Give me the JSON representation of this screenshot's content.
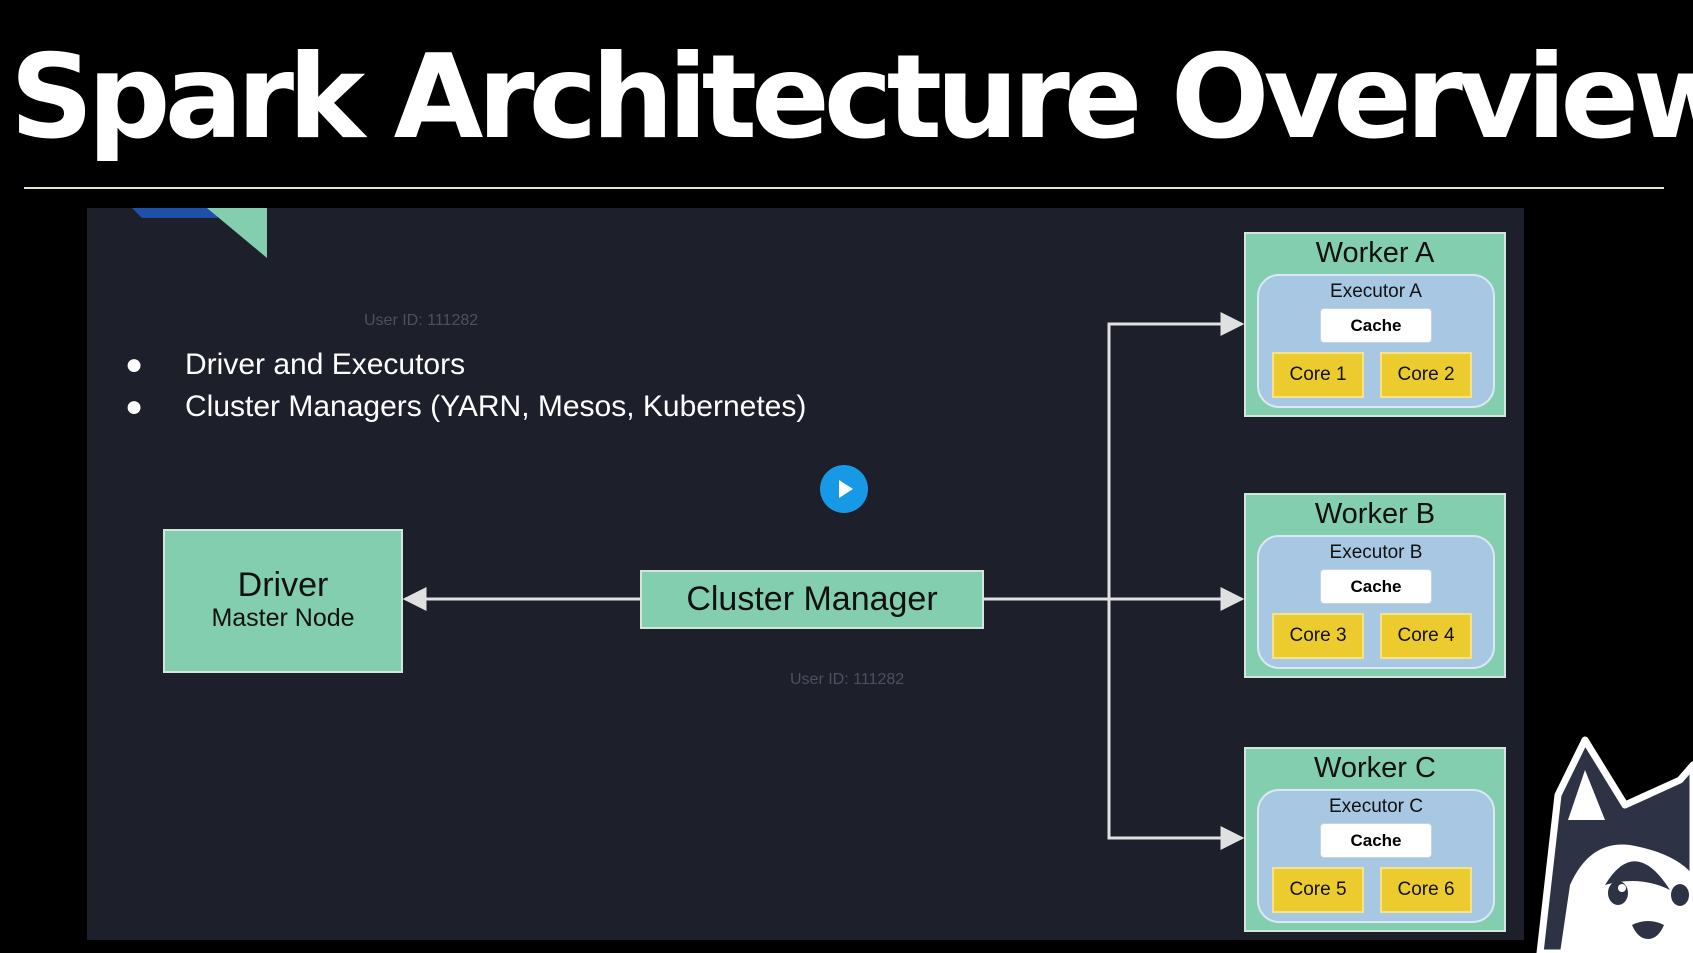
{
  "title": "Spark Architecture Overview",
  "watermark": "User ID: 111282",
  "bullets": [
    "Driver and Executors",
    "Cluster Managers (YARN, Mesos, Kubernetes)"
  ],
  "driver": {
    "title": "Driver",
    "subtitle": "Master Node"
  },
  "cluster_manager": "Cluster Manager",
  "workers": [
    {
      "title": "Worker A",
      "executor": "Executor A",
      "cache": "Cache",
      "cores": [
        "Core 1",
        "Core 2"
      ]
    },
    {
      "title": "Worker B",
      "executor": "Executor B",
      "cache": "Cache",
      "cores": [
        "Core 3",
        "Core 4"
      ]
    },
    {
      "title": "Worker C",
      "executor": "Executor C",
      "cache": "Cache",
      "cores": [
        "Core 5",
        "Core 6"
      ]
    }
  ],
  "colors": {
    "node_green": "#84ceb0",
    "executor_blue": "#a7c7e3",
    "core_yellow": "#eccb2f",
    "slide_bg": "#1d1f2b",
    "play_blue": "#1899e6"
  }
}
